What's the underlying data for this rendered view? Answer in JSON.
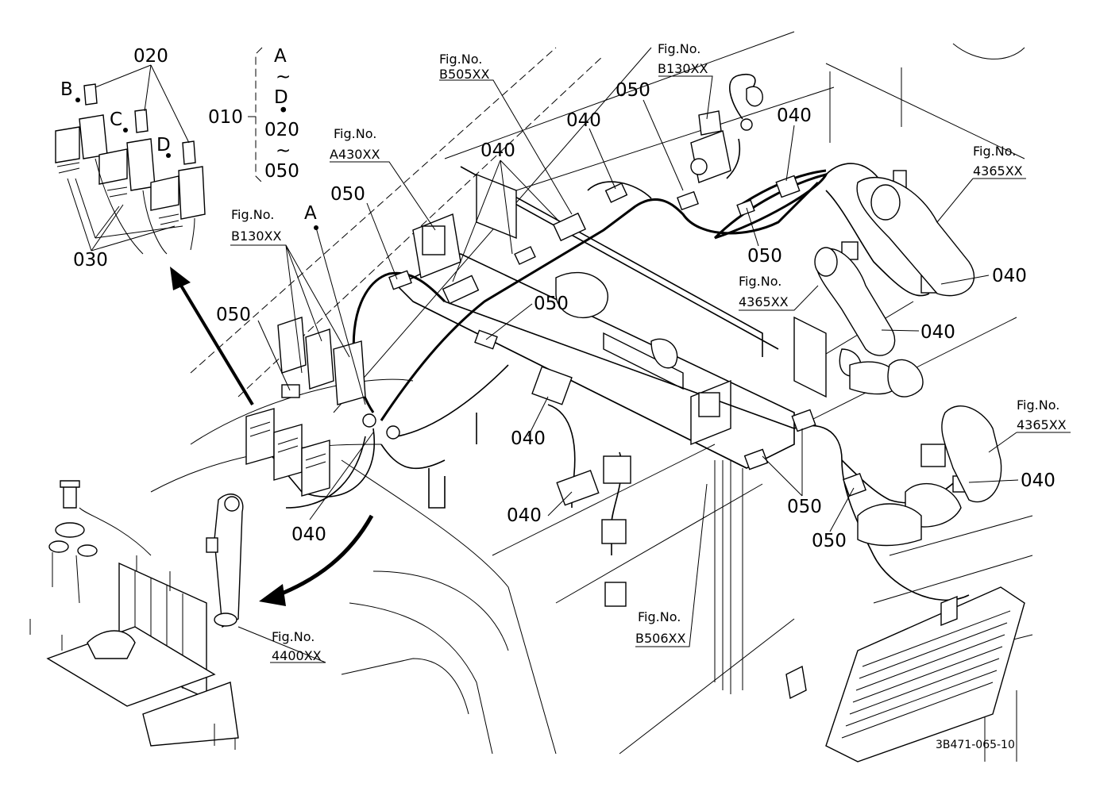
{
  "drawing_id": "3B471-065-10",
  "callouts": {
    "c020_top": "020",
    "c010": "010",
    "c030": "030",
    "c050_a": "050",
    "c050_b": "050",
    "c050_c": "050",
    "c050_d": "050",
    "c050_e": "050",
    "c050_f": "050",
    "c050_g": "050",
    "c040_a": "040",
    "c040_b": "040",
    "c040_c": "040",
    "c040_d": "040",
    "c040_e": "040",
    "c040_f": "040",
    "c040_g": "040",
    "c040_h": "040",
    "c040_i": "040"
  },
  "range_bracket": {
    "a": "A",
    "tilde1": "~",
    "d": "D",
    "dot": "•",
    "r020": "020",
    "tilde2": "~",
    "r050": "050"
  },
  "fuse_letters": {
    "b": "B",
    "c": "C",
    "d": "D"
  },
  "view_letter": "A",
  "fig_refs": {
    "b505": {
      "label": "Fig.No.",
      "code": "B505XX"
    },
    "a430": {
      "label": "Fig.No.",
      "code": "A430XX"
    },
    "b130_top": {
      "label": "Fig.No.",
      "code": "B130XX"
    },
    "b130_left": {
      "label": "Fig.No.",
      "code": "B130XX"
    },
    "f4365_top": {
      "label": "Fig.No.",
      "code": "4365XX"
    },
    "f4365_mid": {
      "label": "Fig.No.",
      "code": "4365XX"
    },
    "f4365_right": {
      "label": "Fig.No.",
      "code": "4365XX"
    },
    "b506": {
      "label": "Fig.No.",
      "code": "B506XX"
    },
    "f4400": {
      "label": "Fig.No.",
      "code": "4400XX"
    }
  }
}
